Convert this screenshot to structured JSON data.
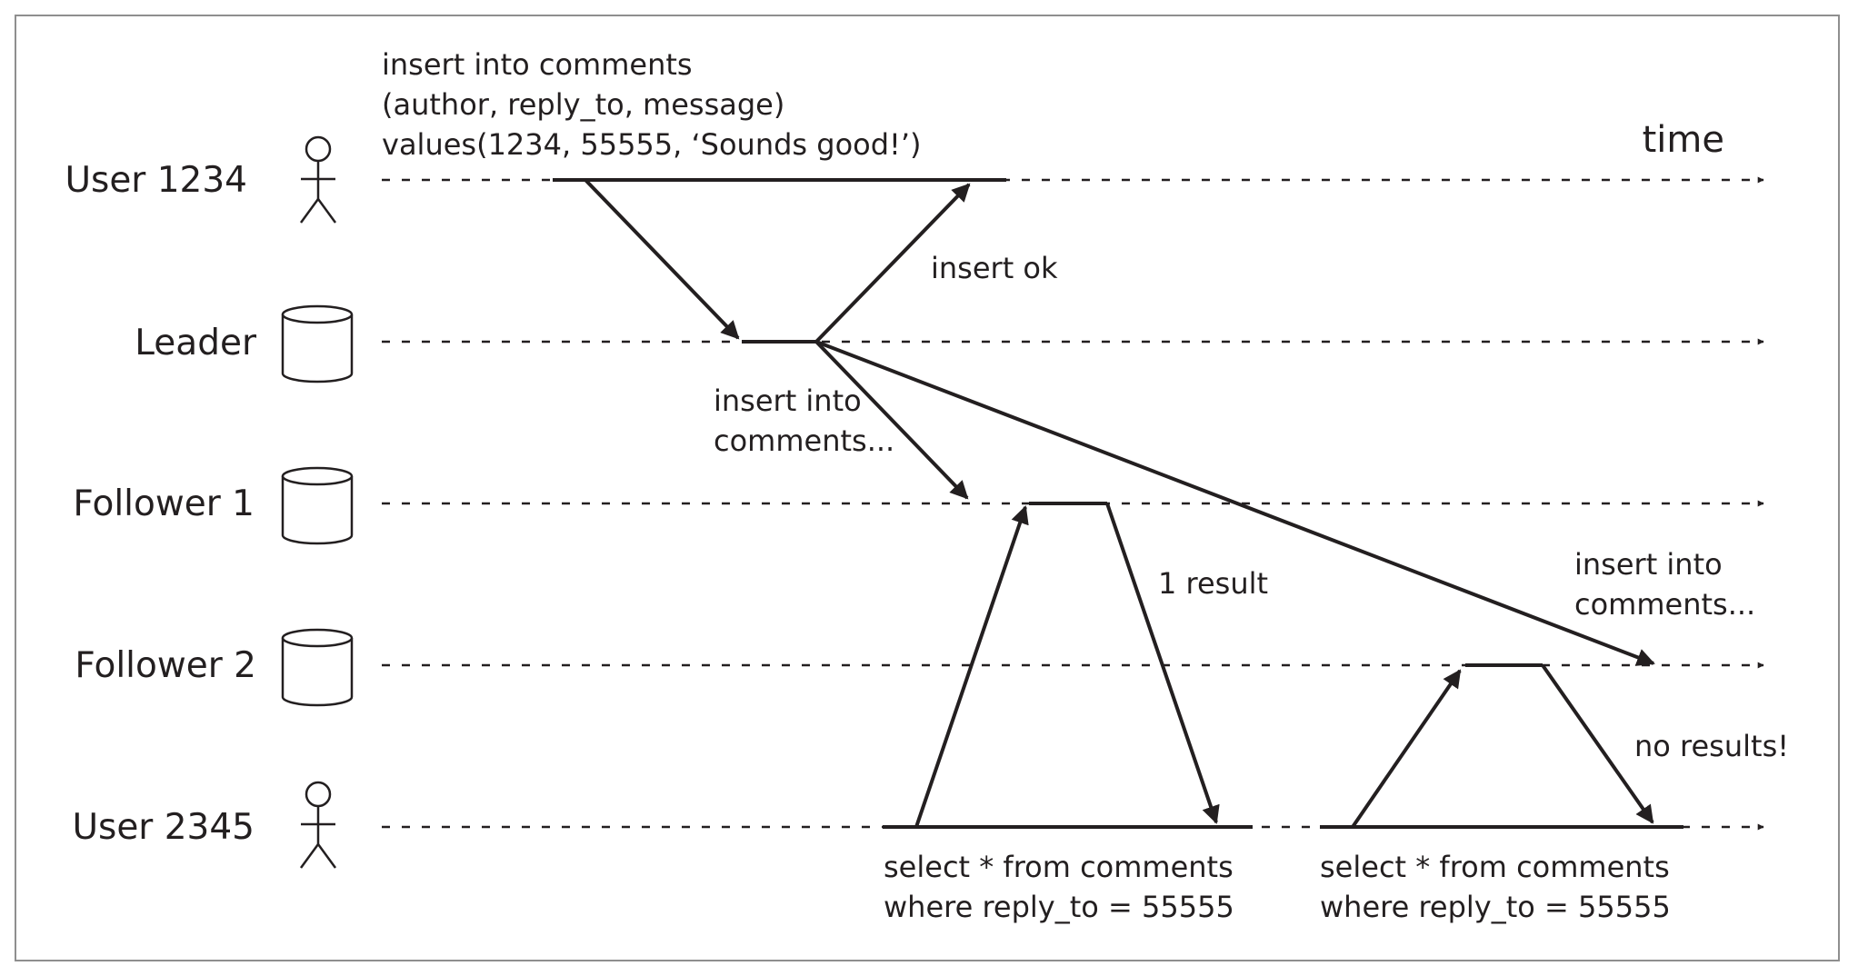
{
  "actors": {
    "user1": {
      "label": "User 1234",
      "icon": "stick-figure-icon"
    },
    "leader": {
      "label": "Leader",
      "icon": "database-cylinder-icon"
    },
    "follower1": {
      "label": "Follower 1",
      "icon": "database-cylinder-icon"
    },
    "follower2": {
      "label": "Follower 2",
      "icon": "database-cylinder-icon"
    },
    "user2": {
      "label": "User 2345",
      "icon": "stick-figure-icon"
    }
  },
  "axis": {
    "time_label": "time"
  },
  "messages": {
    "insert_query": [
      "insert into comments",
      "(author, reply_to, message)",
      "values(1234, 55555, ‘Sounds good!’)"
    ],
    "insert_ok": "insert ok",
    "replicate_f1": [
      "insert into",
      "comments..."
    ],
    "replicate_f2": [
      "insert into",
      "comments..."
    ],
    "one_result": "1 result",
    "no_results": "no results!",
    "select_1": [
      "select * from comments",
      "where reply_to = 55555"
    ],
    "select_2": [
      "select * from comments",
      "where reply_to = 55555"
    ]
  },
  "colors": {
    "ink": "#231f20",
    "border": "#8f8f8f"
  }
}
